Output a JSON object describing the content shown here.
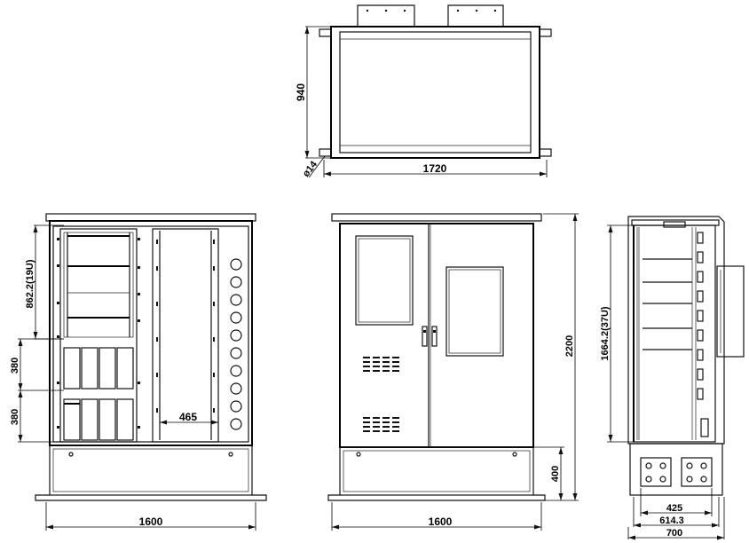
{
  "dimensions": {
    "top_depth": "940",
    "top_width": "1720",
    "hole_dia": "ø14",
    "left_upper_height": "862.2(19U)",
    "left_mid_height": "380",
    "left_low_height": "380",
    "left_inner_width": "465",
    "left_width": "1600",
    "front_height": "2200",
    "front_base_height": "400",
    "front_width": "1600",
    "side_height": "1664.2(37U)",
    "side_base_inner": "425",
    "side_base_mid": "614.3",
    "side_width": "700"
  }
}
